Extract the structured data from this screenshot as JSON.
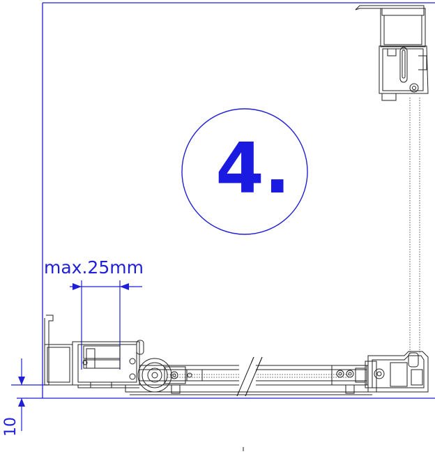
{
  "diagram": {
    "step_label": "4.",
    "dimension_label": "max.25mm",
    "offset_label": "10",
    "colors": {
      "blue": "#1f1fd6",
      "step_fill": "#1a1ae0",
      "hardware": "#222222",
      "dotted": "#555555"
    }
  }
}
